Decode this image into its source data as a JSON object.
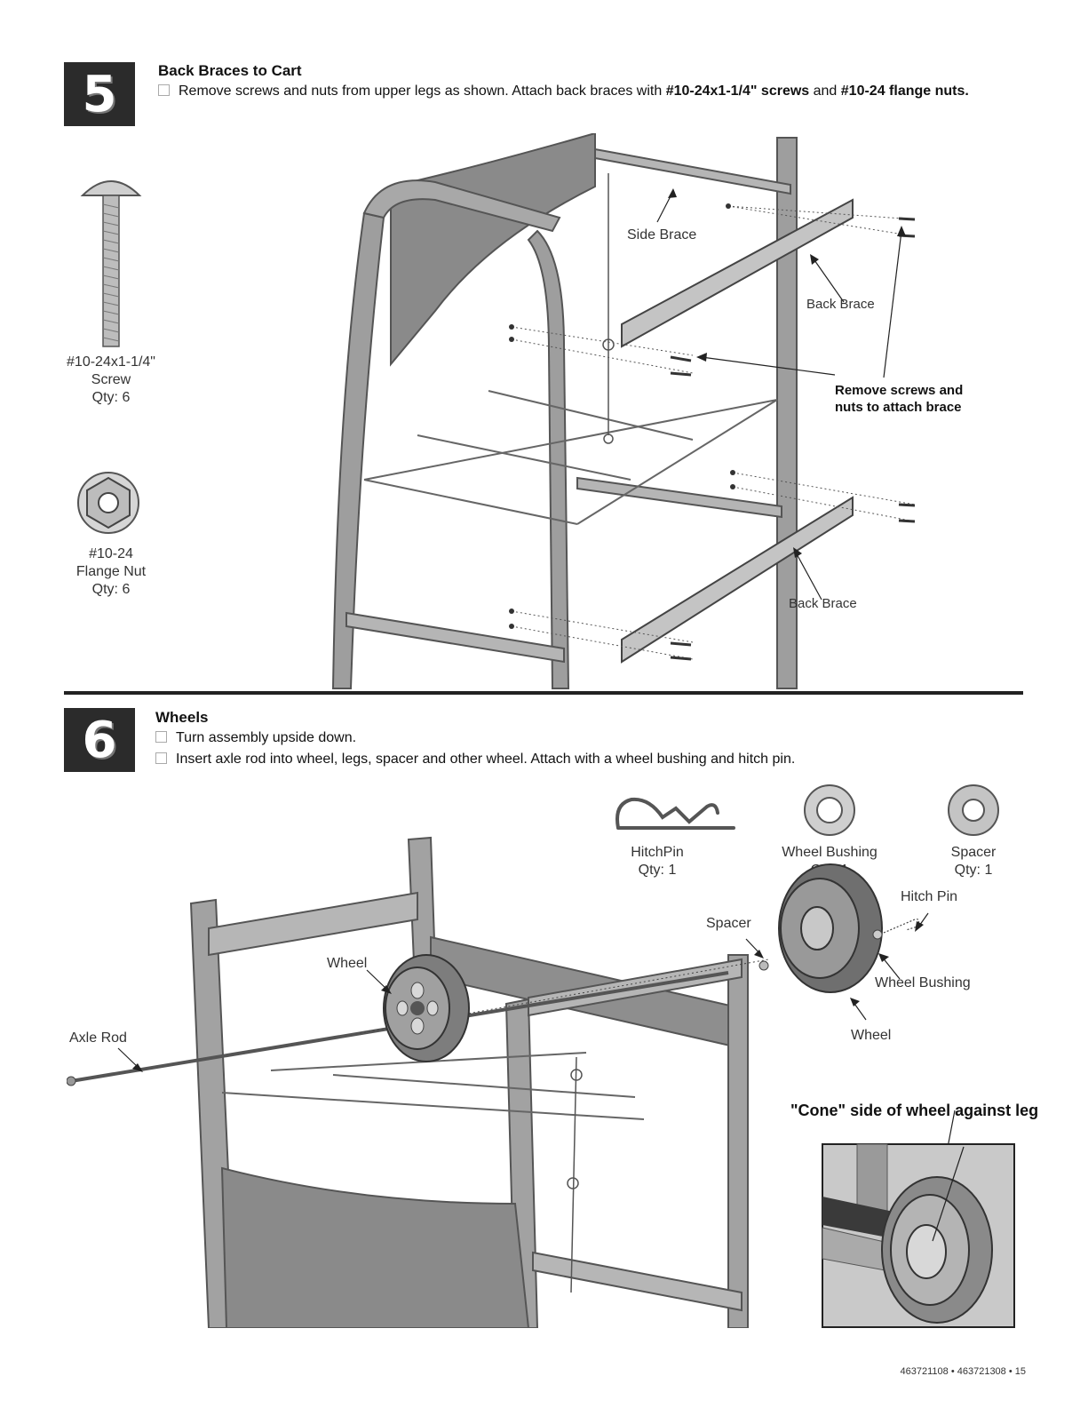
{
  "step5": {
    "number": "5",
    "title": "Back Braces to Cart",
    "instruction_prefix": "Remove screws and nuts from upper legs as shown. Attach back braces with ",
    "instruction_bold1": "#10-24x1-1/4\" screws",
    "instruction_mid": " and ",
    "instruction_bold2": "#10-24 flange nuts.",
    "parts": [
      {
        "name": "#10-24x1-1/4\"",
        "type": "Screw",
        "qty": "Qty: 6"
      },
      {
        "name": "#10-24",
        "type": "Flange Nut",
        "qty": "Qty: 6"
      }
    ],
    "callouts": {
      "side_brace": "Side Brace",
      "back_brace_top": "Back Brace",
      "back_brace_bottom": "Back Brace",
      "remove_note_line1": "Remove screws and",
      "remove_note_line2": "nuts to attach brace"
    }
  },
  "step6": {
    "number": "6",
    "title": "Wheels",
    "instructions": [
      "Turn assembly upside down.",
      "Insert axle rod into wheel, legs, spacer and other wheel. Attach with a wheel bushing and hitch pin."
    ],
    "parts": [
      {
        "name": "HitchPin",
        "qty": "Qty: 1"
      },
      {
        "name": "Wheel Bushing",
        "qty": "Qty: 1"
      },
      {
        "name": "Spacer",
        "qty": "Qty: 1"
      }
    ],
    "callouts": {
      "axle_rod": "Axle Rod",
      "wheel_left": "Wheel",
      "spacer": "Spacer",
      "hitch_pin": "Hitch Pin",
      "wheel_bushing": "Wheel Bushing",
      "wheel_right": "Wheel"
    },
    "cone_note": "\"Cone\" side of wheel against leg"
  },
  "footer": "463721108 • 463721308 • 15"
}
